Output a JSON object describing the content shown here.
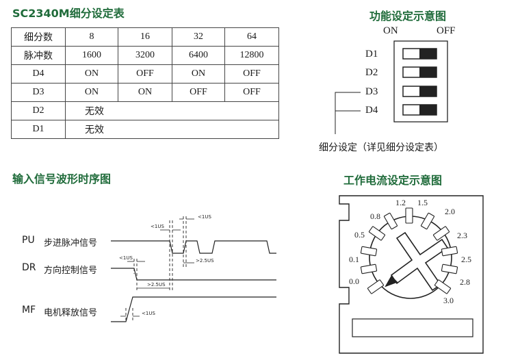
{
  "titles": {
    "subdivision": "SC2340M细分设定表",
    "dip": "功能设定示意图",
    "waveform": "输入信号波形时序图",
    "current": "工作电流设定示意图"
  },
  "table": {
    "header": [
      "细分数",
      "8",
      "16",
      "32",
      "64"
    ],
    "rows": [
      [
        "脉冲数",
        "1600",
        "3200",
        "6400",
        "12800"
      ],
      [
        "D4",
        "ON",
        "OFF",
        "ON",
        "OFF"
      ],
      [
        "D3",
        "ON",
        "ON",
        "OFF",
        "OFF"
      ],
      [
        "D2",
        "无效"
      ],
      [
        "D1",
        "无效"
      ]
    ]
  },
  "dip": {
    "on": "ON",
    "off": "OFF",
    "switches": [
      "D1",
      "D2",
      "D3",
      "D4"
    ],
    "caption": "细分设定（详见细分设定表）"
  },
  "waveform": {
    "signals": [
      {
        "code": "PU",
        "name": "步进脉冲信号"
      },
      {
        "code": "DR",
        "name": "方向控制信号"
      },
      {
        "code": "MF",
        "name": "电机释放信号"
      }
    ],
    "timing": [
      "<1US",
      "<1US",
      "<1US",
      ">2.5US",
      ">2.5US",
      "<1US"
    ]
  },
  "current": {
    "values": [
      "1.2",
      "1.5",
      "0.8",
      "2.0",
      "0.5",
      "2.3",
      "0.1",
      "2.5",
      "0.0",
      "2.8",
      "3.0"
    ]
  }
}
